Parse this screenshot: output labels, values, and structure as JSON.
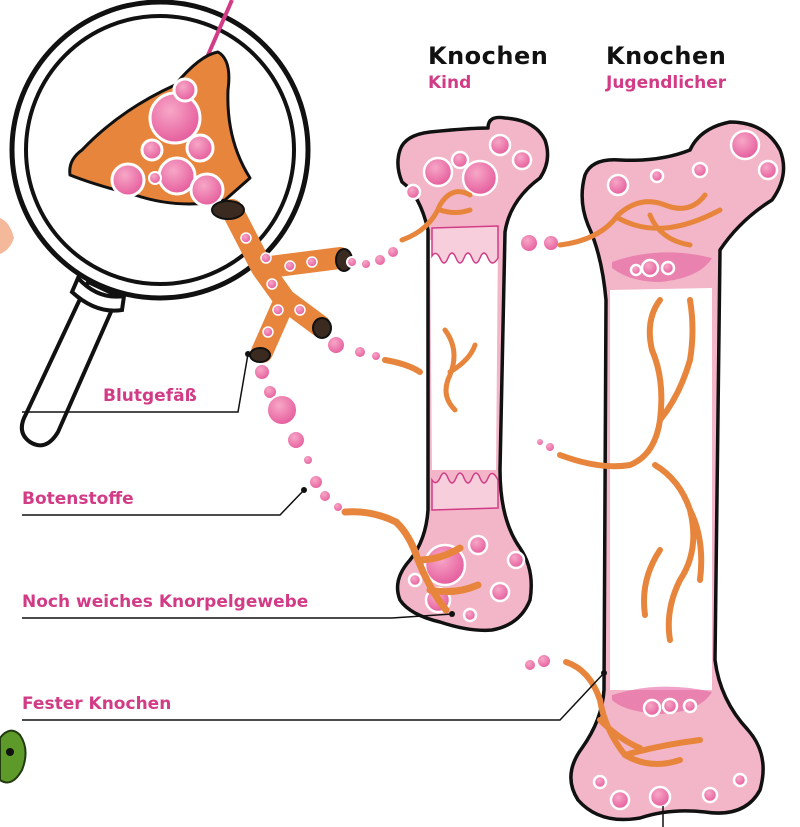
{
  "columns": {
    "child": {
      "title": "Knochen",
      "subtitle": "Kind"
    },
    "teen": {
      "title": "Knochen",
      "subtitle": "Jugendlicher"
    }
  },
  "labels": {
    "blood_vessel": "Blutgefäß",
    "messengers": "Botenstoffe",
    "cartilage": "Noch weiches Knorpelgewebe",
    "solid_bone": "Fester Knochen"
  },
  "colors": {
    "accent_pink": "#d23c86",
    "vessel_orange": "#e8853c",
    "bubble_pink": "#e4589a",
    "tissue_pink": "#f2b6c8",
    "outline": "#111111"
  },
  "icons": [
    "magnifier-icon",
    "blood-vessel-icon"
  ]
}
